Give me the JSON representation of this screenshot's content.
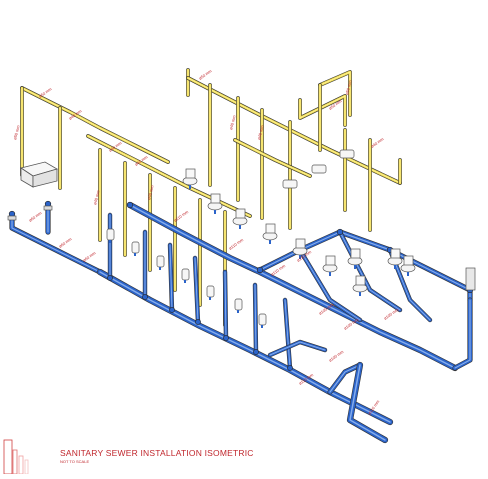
{
  "title": "SANITARY SEWER INSTALLATION ISOMETRIC",
  "subtitle": "NOT TO SCALE",
  "colors": {
    "drain_pipe": "#2b63c9",
    "drain_pipe_light": "#8fb5f0",
    "vent_pipe": "#f0dc50",
    "vent_pipe_light": "#fff5a8",
    "label": "#c0272d",
    "fixture_outline": "#555555"
  },
  "labels": {
    "vent_small": "ø50 mm",
    "vent_medium": "ø40 mm",
    "vent_large": "ø50 mm",
    "drain_60": "ø60 mm",
    "drain_110": "ø110 mm",
    "drain_100": "ø100 mm"
  },
  "icons": {
    "fixture": "toilet-icon",
    "sink": "sink-icon",
    "urinal": "urinal-icon"
  }
}
